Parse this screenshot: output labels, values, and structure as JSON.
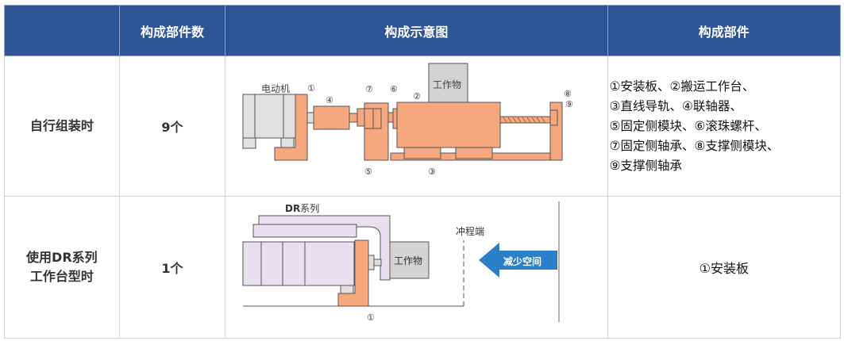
{
  "header": {
    "col0": "",
    "col1": "构成部件数",
    "col2": "构成示意图",
    "col3": "构成部件"
  },
  "rows": [
    {
      "label": "自行组装时",
      "count": "9个",
      "diagram": {
        "motor_label": "电动机",
        "workpiece_label": "工作物",
        "callouts": [
          "①",
          "②",
          "③",
          "④",
          "⑤",
          "⑥",
          "⑦",
          "⑧",
          "⑨"
        ]
      },
      "parts_lines": [
        "①安装板、②搬运工作台、",
        "③直线导轨、④联轴器、",
        "⑤固定侧模块、⑥滚珠螺杆、",
        "⑦固定侧轴承、⑧支撑侧模块、",
        "⑨支撑侧轴承"
      ]
    },
    {
      "label_lines": [
        "使用DR系列",
        "工作台型时"
      ],
      "count": "1个",
      "diagram": {
        "series_label_bold": "DR",
        "series_label_rest": "系列",
        "workpiece_label": "工作物",
        "stroke_end_label": "冲程端",
        "arrow_label": "减少空间",
        "callouts": [
          "①"
        ]
      },
      "parts": "①安装板"
    }
  ],
  "colors": {
    "header_bg": "#2e5595",
    "part_orange": "#f5a77e",
    "motor_gray": "#e0e0e0",
    "workpiece_gray": "#d3d3d3",
    "dr_lavender": "#e8e0ee",
    "arrow_blue": "#2a7fc7"
  }
}
